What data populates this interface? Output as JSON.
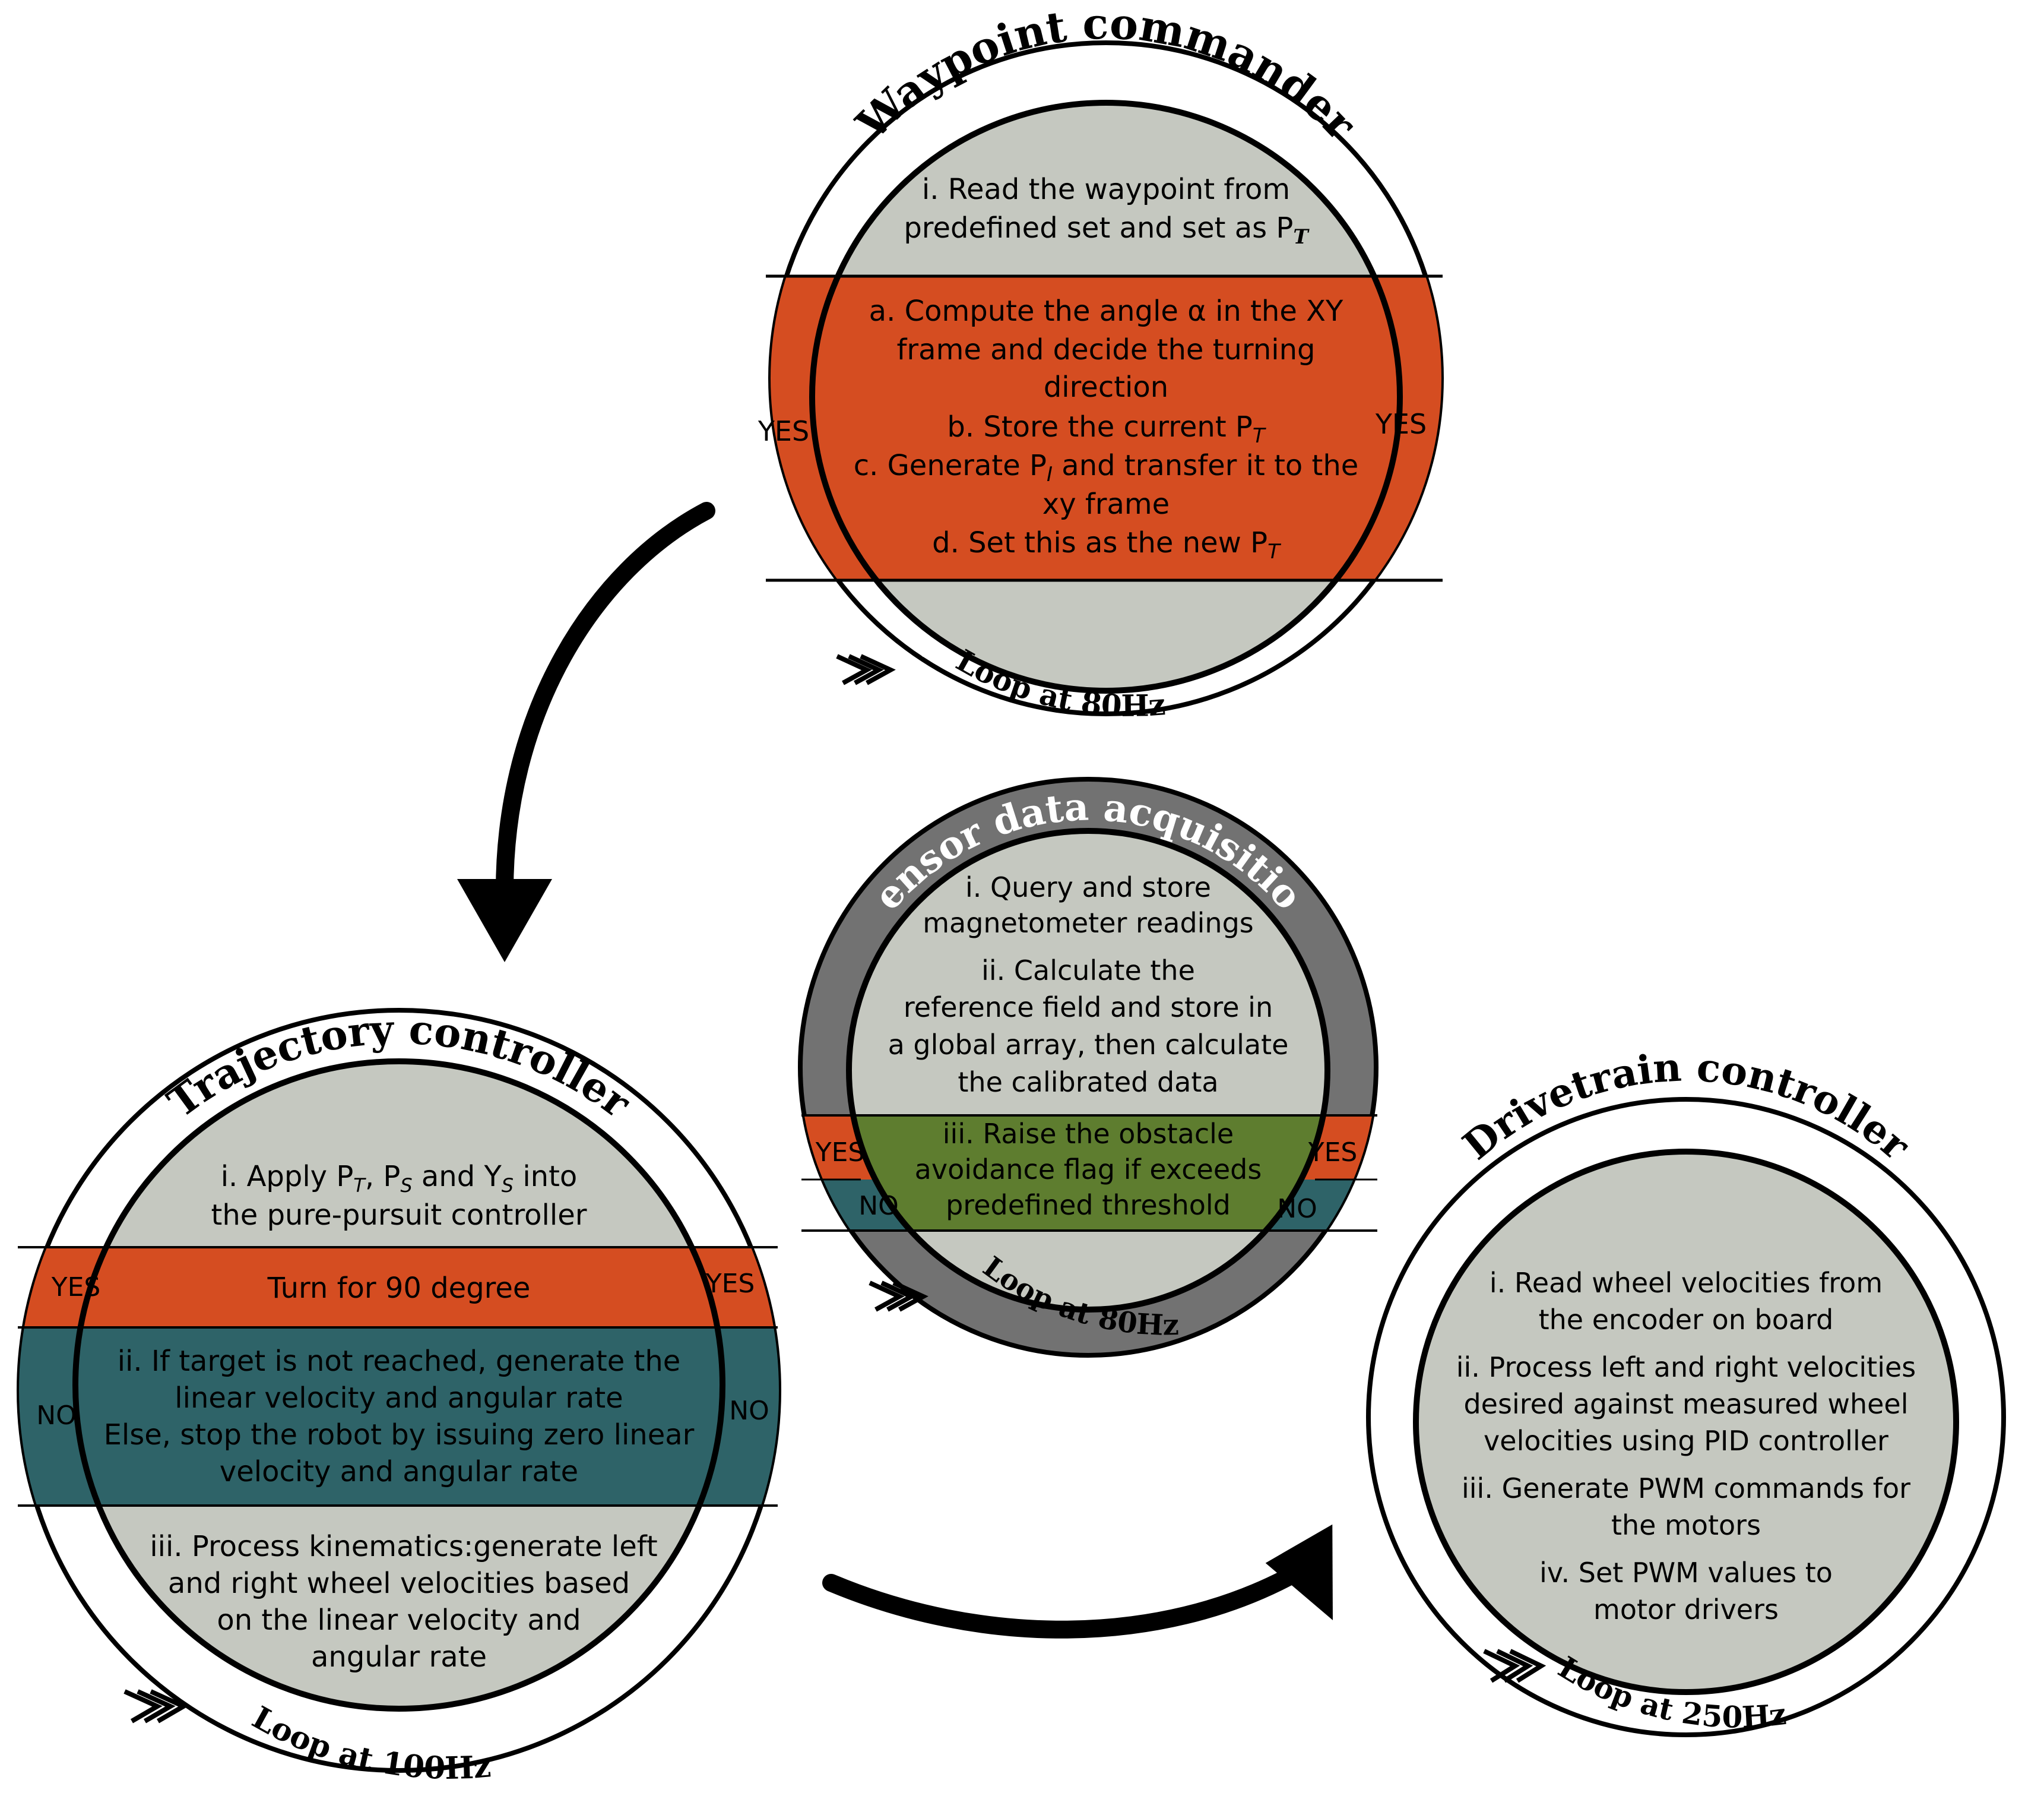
{
  "colors": {
    "inner_fill": "#c5c8c0",
    "orange": "#d54d21",
    "teal": "#2e6368",
    "green": "#5e7d2f",
    "gray_ring": "#727272",
    "outline": "#000000",
    "white": "#ffffff"
  },
  "waypoint": {
    "title": "Waypoint commander",
    "step_i_line1": "i. Read the waypoint from",
    "step_i_line2": "predefined set and set as P",
    "step_i_sub": "T",
    "step_a_line1": "a. Compute the angle α in the XY",
    "step_a_line2": "frame and decide the turning",
    "step_a_line3": "direction",
    "step_b": "b. Store the current  P",
    "step_b_sub": "T",
    "step_c_line1a": "c. Generate P",
    "step_c_line1_sub": "I",
    "step_c_line1b": " and transfer it to the",
    "step_c_line2": "xy frame",
    "step_d": "d. Set this as the new P",
    "step_d_sub": "T",
    "yes_left": "YES",
    "yes_right": "YES",
    "loop": "Loop at 80Hz"
  },
  "sensor": {
    "title": "Sensor data acquisition",
    "step_i_line1": "i. Query and store",
    "step_i_line2": "magnetometer readings",
    "step_ii_line1": "ii. Calculate the",
    "step_ii_line2": "reference field and store in",
    "step_ii_line3": "a global array, then calculate",
    "step_ii_line4": "the calibrated data",
    "step_iii_line1": "iii. Raise the obstacle",
    "step_iii_line2": "avoidance flag if exceeds",
    "step_iii_line3": "predefined threshold",
    "yes_left": "YES",
    "yes_right": "YES",
    "no_left": "NO",
    "no_right": "NO",
    "loop": "Loop at 80Hz"
  },
  "trajectory": {
    "title": "Trajectory controller",
    "step_i_line1a": "i. Apply P",
    "step_i_sub1": "T",
    "step_i_line1b": ", P",
    "step_i_sub2": "S",
    "step_i_line1c": " and Υ",
    "step_i_sub3": "S",
    "step_i_line1d": " into",
    "step_i_line2": "the pure-pursuit controller",
    "turn": "Turn for 90 degree",
    "step_ii_line1": "ii. If target is not reached, generate the",
    "step_ii_line2": "linear velocity and angular rate",
    "step_ii_line3": "Else, stop the robot by issuing zero linear",
    "step_ii_line4": "velocity and angular rate",
    "step_iii_line1": "iii.  Process kinematics:generate left",
    "step_iii_line2": "and right wheel velocities based",
    "step_iii_line3": "on the linear velocity and",
    "step_iii_line4": "angular rate",
    "yes_left": "YES",
    "yes_right": "YES",
    "no_left": "NO",
    "no_right": "NO",
    "loop": "Loop at 100Hz"
  },
  "drivetrain": {
    "title": "Drivetrain controller",
    "step_i_line1": "i. Read wheel velocities from",
    "step_i_line2": "the encoder on board",
    "step_ii_line1": "ii. Process left and right velocities",
    "step_ii_line2": "desired against measured wheel",
    "step_ii_line3": "velocities using PID controller",
    "step_iii_line1": "iii. Generate PWM commands for",
    "step_iii_line2": "the motors",
    "step_iv_line1": "iv. Set PWM values to",
    "step_iv_line2": "motor drivers",
    "loop": "Loop at 250Hz"
  }
}
